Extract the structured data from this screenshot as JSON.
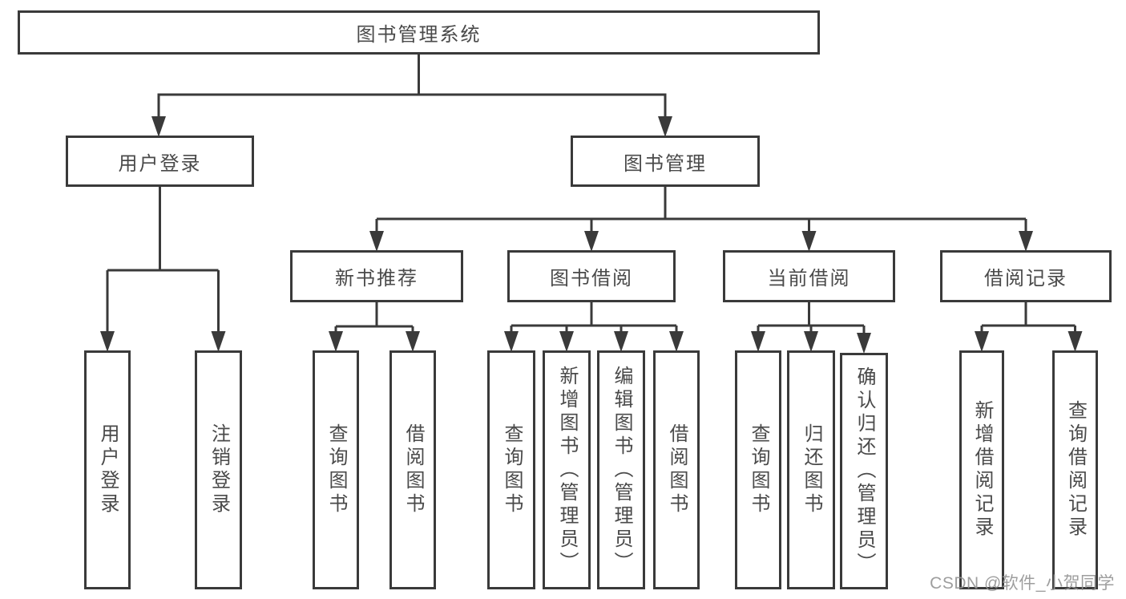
{
  "diagram_title": "图书管理系统",
  "tree": {
    "root": {
      "label": "图书管理系统",
      "children": [
        {
          "label": "用户登录",
          "children": [
            {
              "label": "用户登录"
            },
            {
              "label": "注销登录"
            }
          ]
        },
        {
          "label": "图书管理",
          "children": [
            {
              "label": "新书推荐",
              "children": [
                {
                  "label": "查询图书"
                },
                {
                  "label": "借阅图书"
                }
              ]
            },
            {
              "label": "图书借阅",
              "children": [
                {
                  "label": "查询图书"
                },
                {
                  "label": "新增图书（管理员）"
                },
                {
                  "label": "编辑图书（管理员）"
                },
                {
                  "label": "借阅图书"
                }
              ]
            },
            {
              "label": "当前借阅",
              "children": [
                {
                  "label": "查询图书"
                },
                {
                  "label": "归还图书"
                },
                {
                  "label": "确认归还（管理员）"
                }
              ]
            },
            {
              "label": "借阅记录",
              "children": [
                {
                  "label": "新增借阅记录"
                },
                {
                  "label": "查询借阅记录"
                }
              ]
            }
          ]
        }
      ]
    }
  },
  "watermark": {
    "text": "CSDN @软件_小贺同学"
  },
  "colors": {
    "background": "#ffffff",
    "line": "#3a3a3a",
    "text": "#4a4a4a",
    "watermark": "#949494"
  }
}
